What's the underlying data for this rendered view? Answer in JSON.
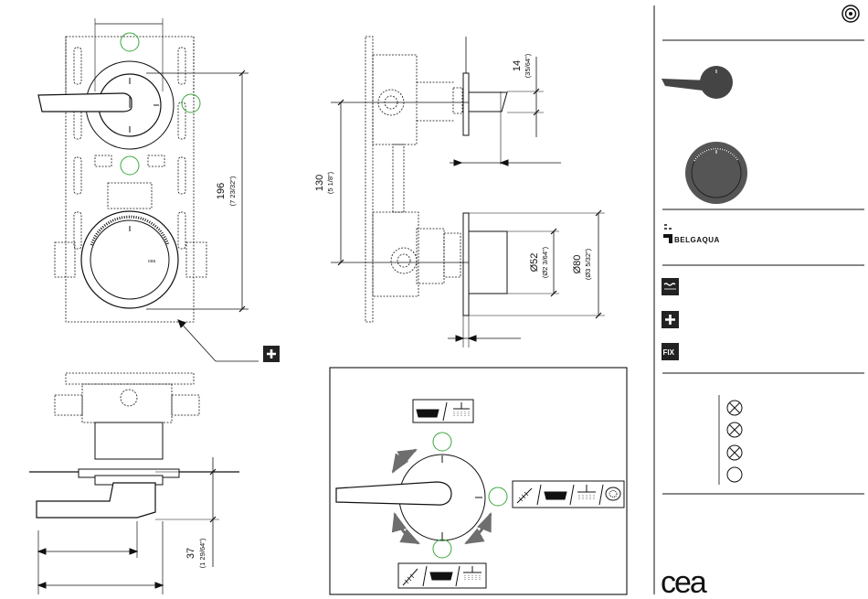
{
  "dimensions": {
    "overall_height": "196",
    "overall_height_in": "(7 23/32\")",
    "center_distance": "130",
    "center_distance_in": "(5 1/8\")",
    "spout_projection": "14",
    "spout_projection_in": "(35/64\")",
    "knob_diameter": "Ø52",
    "knob_diameter_in": "(Ø2 3/64\")",
    "plate_diameter": "Ø80",
    "plate_diameter_in": "(Ø3 5/32\")",
    "lever_depth": "37",
    "lever_depth_in": "(1 29/64\")"
  },
  "sidebar": {
    "brand": "BELGAQUA",
    "fix_label": "FIX",
    "logo": "cea",
    "thermostat_mark": "cea"
  },
  "colors": {
    "line": "#111111",
    "green_marker": "#3aa83a",
    "arrow_gray": "#6e6e6e",
    "dark_fill": "#444444"
  }
}
